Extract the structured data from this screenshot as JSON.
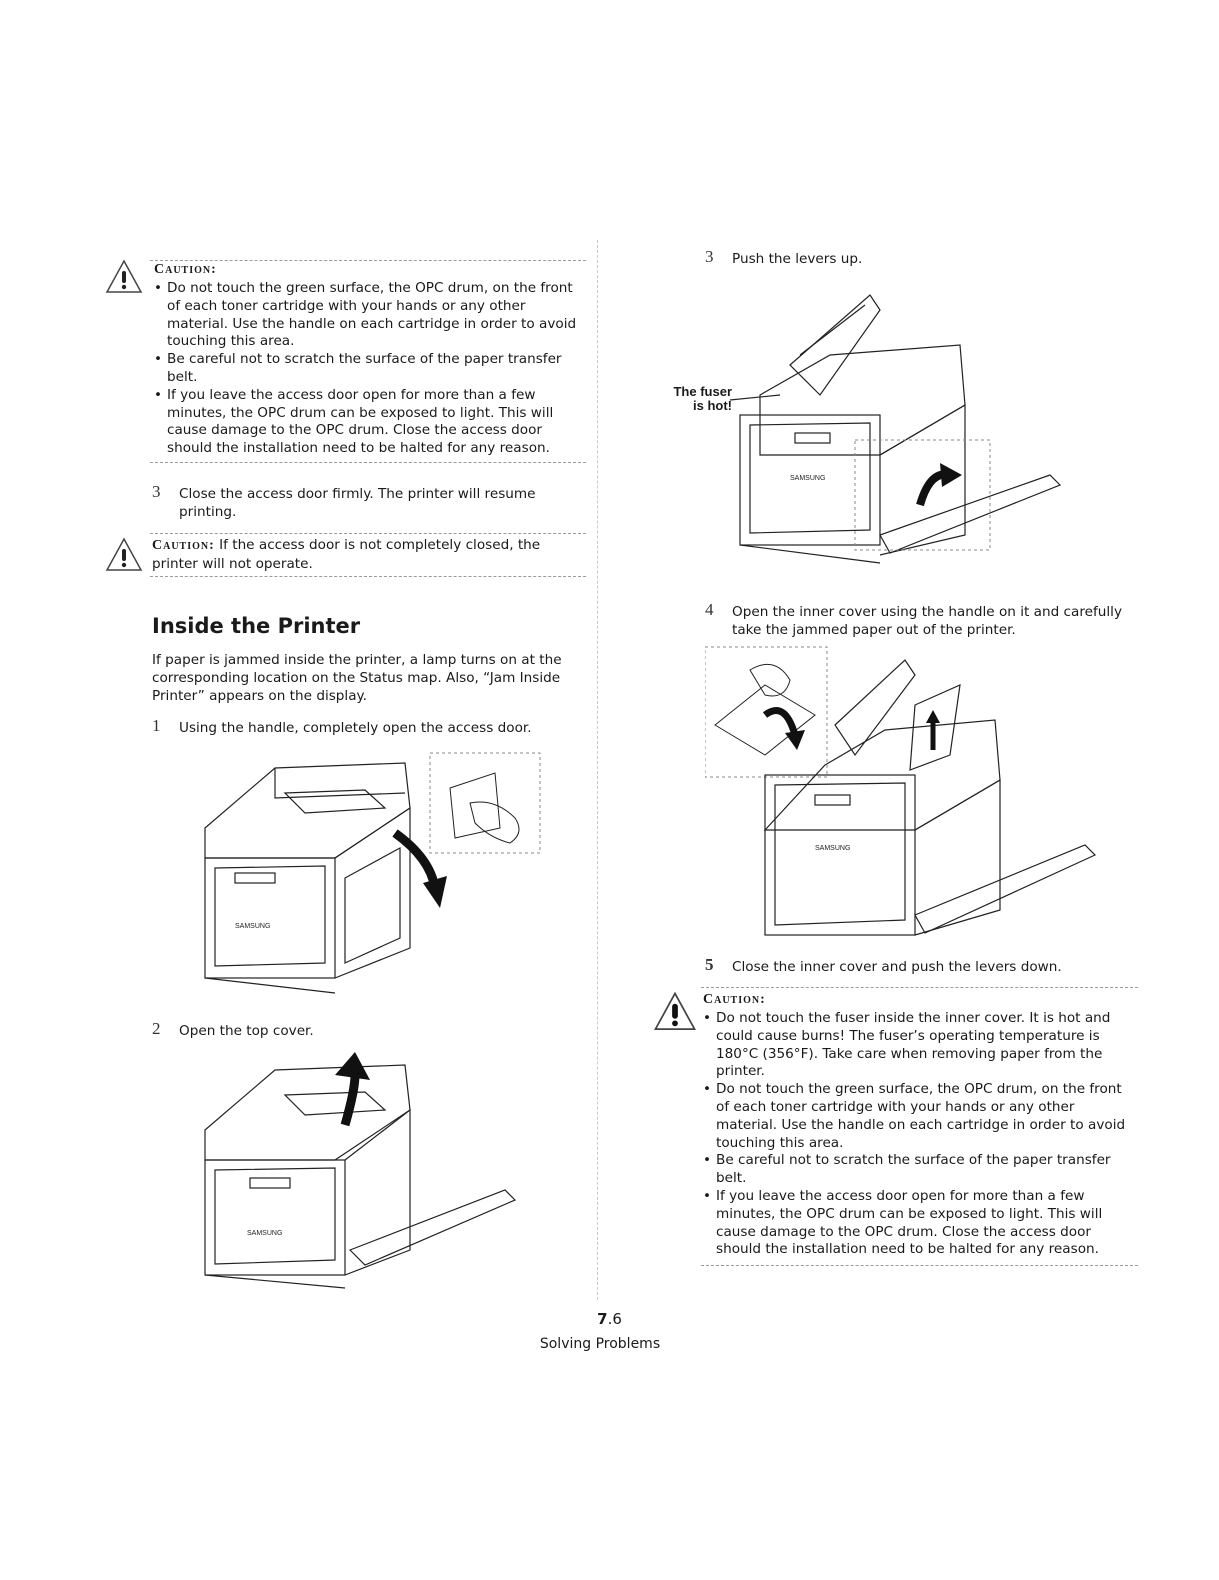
{
  "left_caution_1": {
    "title": "Caution",
    "title_sep": ":",
    "items": [
      "Do not touch the green surface, the OPC drum, on the front of each toner cartridge with your hands or any other material. Use the handle on each cartridge in order to avoid touching this area.",
      "Be careful not to scratch the surface of the paper transfer belt.",
      "If you leave the access door open for more than a few minutes, the OPC drum can be exposed to light. This will cause damage to the OPC drum. Close the access door should the installation need to be halted for any reason."
    ]
  },
  "step_close_door": {
    "number": "3",
    "text": "Close the access door firmly. The printer will resume printing."
  },
  "left_caution_2": {
    "title": "Caution",
    "title_sep": ":",
    "text": "If the access door is not completely closed, the printer will not operate."
  },
  "section": {
    "heading": "Inside the Printer",
    "intro": "If paper is jammed inside the printer, a lamp turns on at the corresponding location on the Status map. Also, “Jam Inside Printer” appears on the display."
  },
  "steps_left": [
    {
      "number": "1",
      "text": "Using the handle, completely open the access door."
    },
    {
      "number": "2",
      "text": "Open the top cover."
    }
  ],
  "steps_right": [
    {
      "number": "3",
      "text": "Push the levers up."
    },
    {
      "number": "4",
      "text": "Open the inner cover using the handle on it and carefully take the jammed paper out of the printer."
    },
    {
      "number": "5",
      "text": "Close the inner cover and push the levers down."
    }
  ],
  "fuser_label": {
    "line1": "The fuser",
    "line2": "is hot!"
  },
  "right_caution": {
    "title": "Caution",
    "title_sep": ":",
    "items": [
      "Do not touch the fuser inside the inner cover. It is hot and could cause burns! The fuser’s operating temperature is 180°C (356°F). Take care when removing paper from the printer.",
      "Do not touch the green surface, the OPC drum, on the front of each toner cartridge with your hands or any other material. Use the handle on each cartridge in order to avoid touching this area.",
      "Be careful not to scratch the surface of the paper transfer belt.",
      "If you leave the access door open for more than a few minutes, the OPC drum can be exposed to light. This will cause damage to the OPC drum. Close the access door should the installation need to be halted for any reason."
    ]
  },
  "figures": {
    "brand_mark": "SAMSUNG",
    "icons": [
      "warning-triangle-icon",
      "arrow-down-icon",
      "arrow-up-icon",
      "curved-arrow-icon"
    ]
  },
  "footer": {
    "page_number_main": "7",
    "page_number_sub": ".6",
    "section_title": "Solving Problems"
  }
}
